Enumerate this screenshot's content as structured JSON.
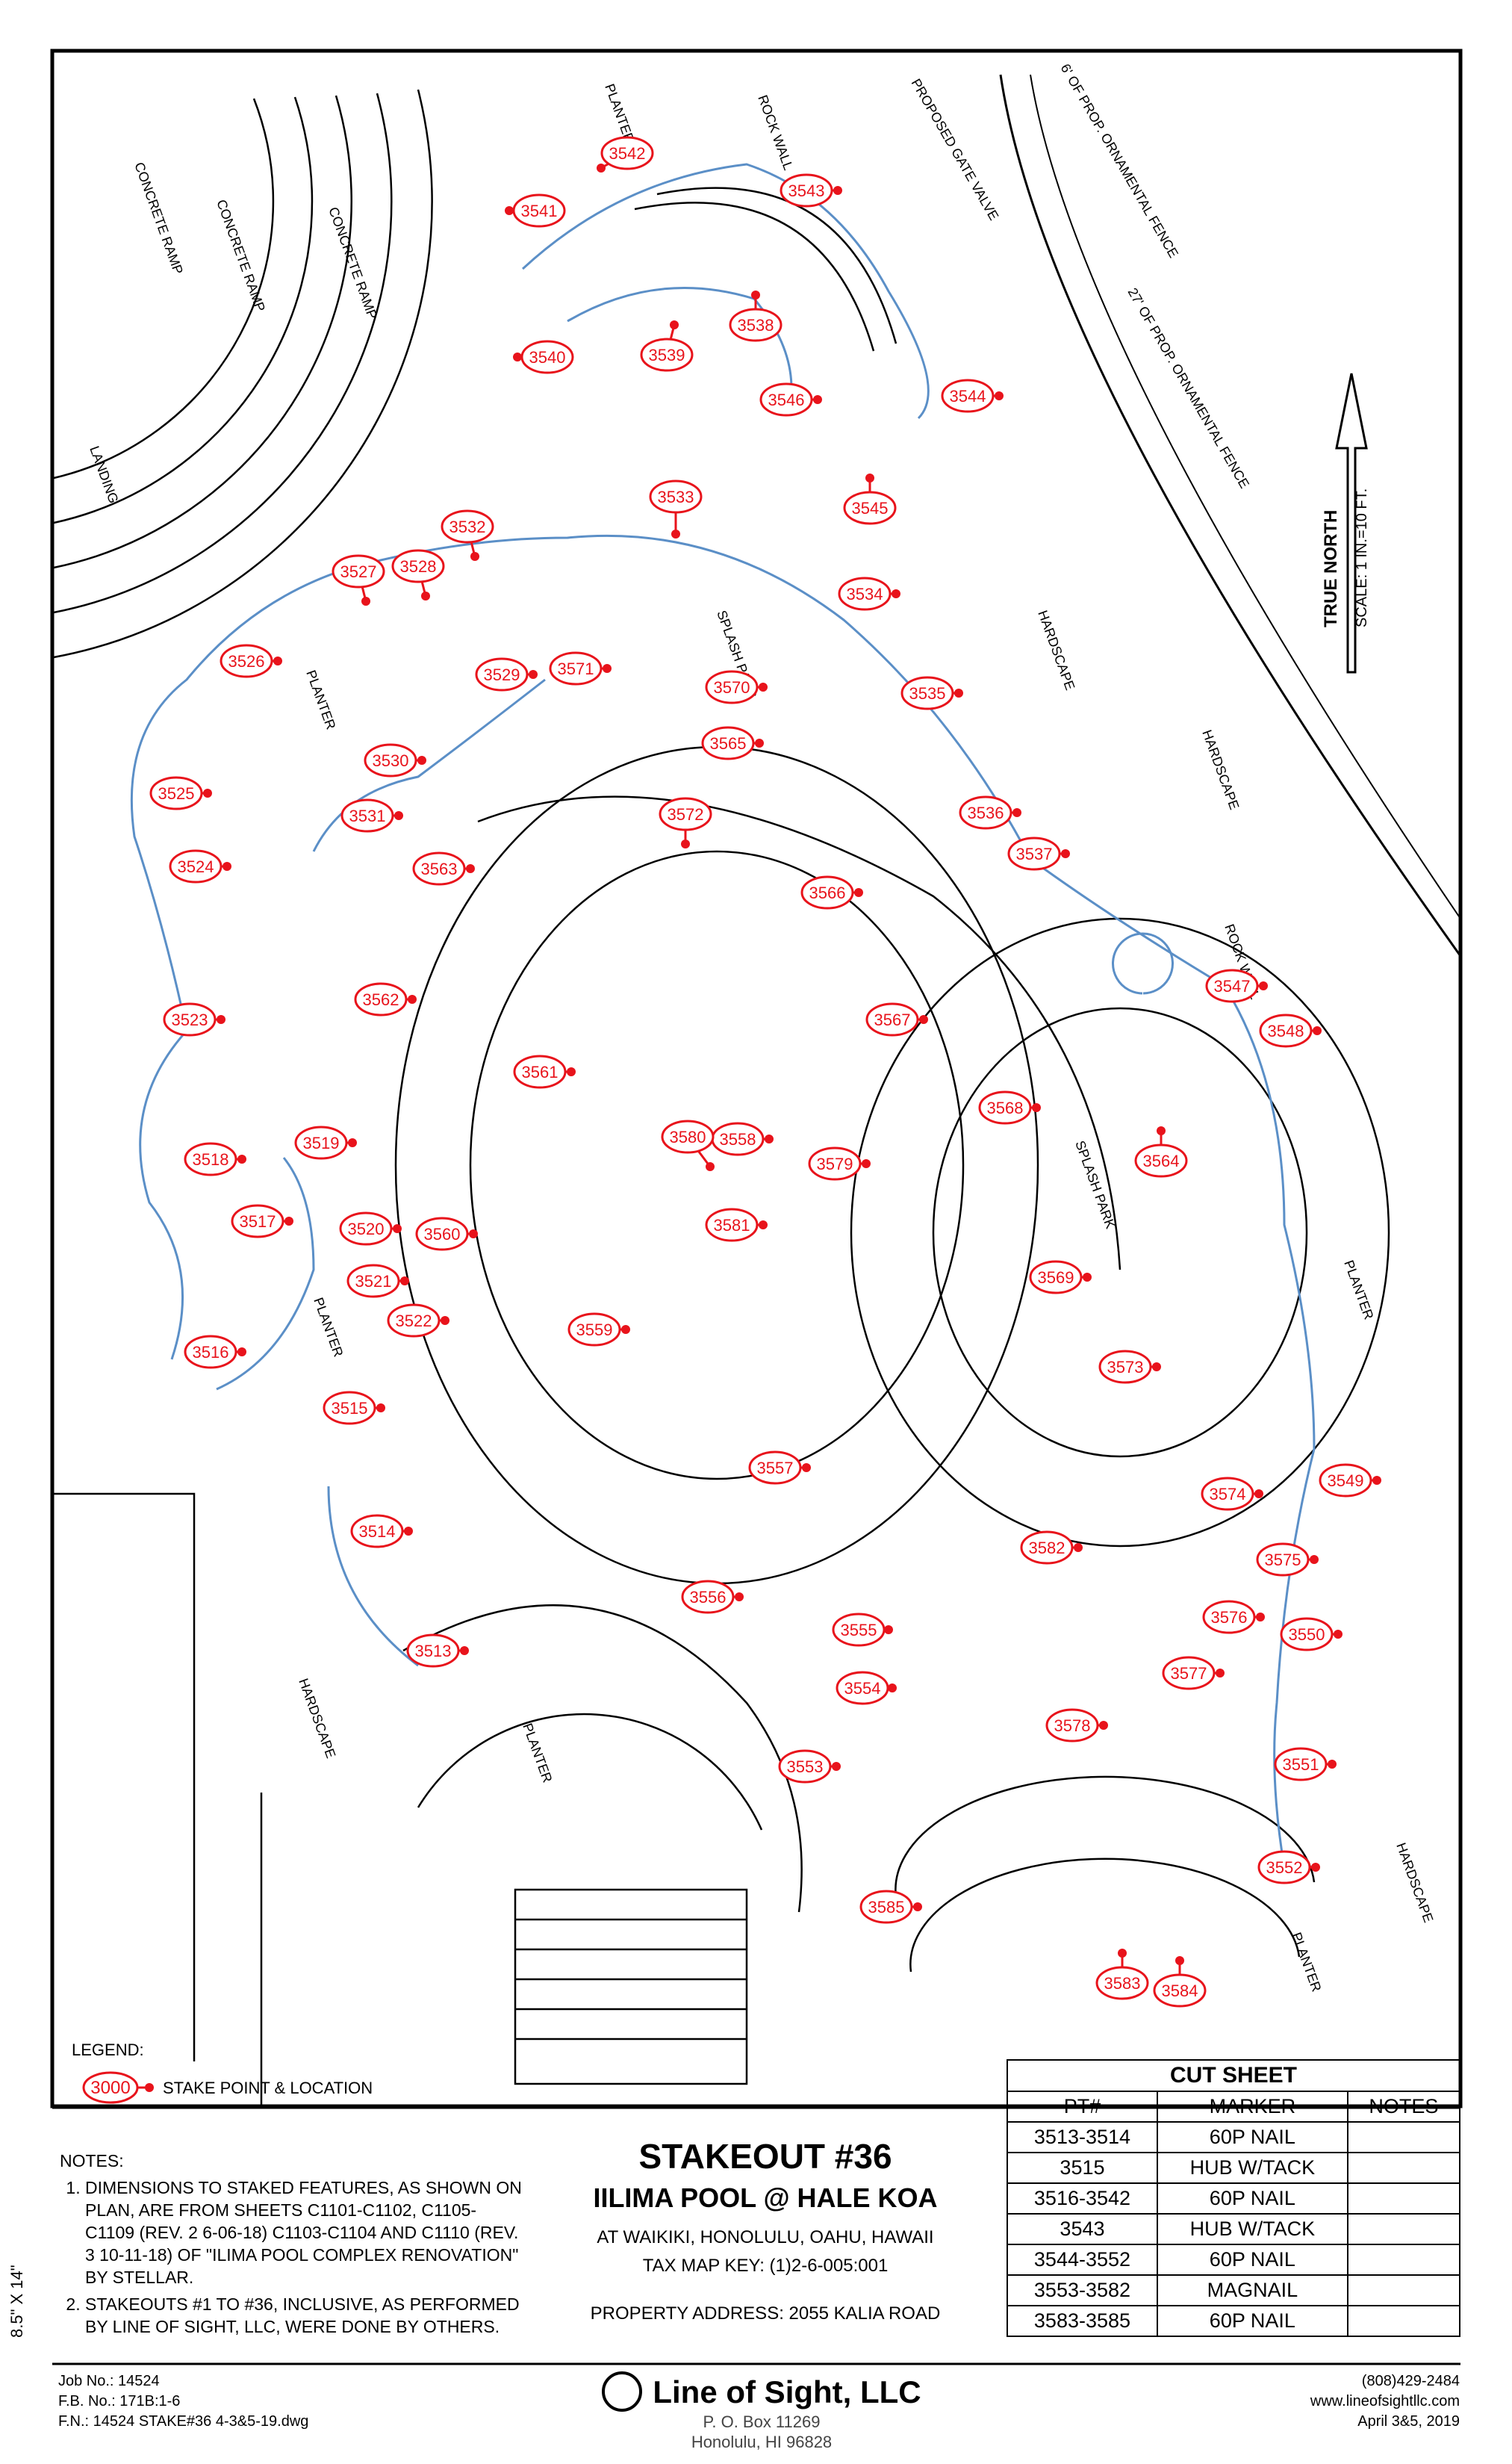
{
  "title": {
    "stakeout": "STAKEOUT #36",
    "project": "IILIMA POOL @ HALE KOA",
    "location": "AT WAIKIKI, HONOLULU, OAHU, HAWAII",
    "tax_map": "TAX MAP KEY: (1)2-6-005:001",
    "property_address": "PROPERTY ADDRESS: 2055 KALIA ROAD"
  },
  "legend": {
    "heading": "LEGEND:",
    "sample_point": "3000",
    "description": "STAKE POINT & LOCATION"
  },
  "notes": {
    "heading": "NOTES:",
    "items": [
      "DIMENSIONS TO STAKED FEATURES, AS SHOWN ON PLAN, ARE FROM SHEETS C1101-C1102, C1105-C1109 (REV. 2 6-06-18) C1103-C1104 AND C1110 (REV. 3 10-11-18) OF \"ILIMA POOL COMPLEX RENOVATION\" BY STELLAR.",
      "STAKEOUTS #1 TO #36, INCLUSIVE, AS PERFORMED BY LINE OF SIGHT, LLC, WERE DONE BY OTHERS."
    ]
  },
  "cut_sheet": {
    "title": "CUT SHEET",
    "headers": [
      "PT#",
      "MARKER",
      "NOTES"
    ],
    "rows": [
      [
        "3513-3514",
        "60P NAIL",
        ""
      ],
      [
        "3515",
        "HUB W/TACK",
        ""
      ],
      [
        "3516-3542",
        "60P NAIL",
        ""
      ],
      [
        "3543",
        "HUB W/TACK",
        ""
      ],
      [
        "3544-3552",
        "60P NAIL",
        ""
      ],
      [
        "3553-3582",
        "MAGNAIL",
        ""
      ],
      [
        "3583-3585",
        "60P NAIL",
        ""
      ]
    ]
  },
  "north": {
    "label": "TRUE NORTH",
    "scale": "SCALE: 1 IN.=10 FT."
  },
  "job": {
    "job_no": "Job No.: 14524",
    "fb_no": "F.B. No.: 171B:1-6",
    "fn": "F.N.: 14524 STAKE#36 4-3&5-19.dwg",
    "sheet_size": "8.5\" X 14\""
  },
  "company": {
    "name": "Line of Sight, LLC",
    "po_box": "P. O. Box 11269",
    "city": "Honolulu, HI 96828",
    "phone": "(808)429-2484",
    "web": "www.lineofsightllc.com",
    "date": "April 3&5, 2019"
  },
  "plan_labels": {
    "planter": "PLANTER",
    "hardscape": "HARDSCAPE",
    "splash_pads": "SPLASH PADS",
    "splash_park": "SPLASH PARK",
    "rock_wall": "ROCK WALL",
    "concrete_ramp": "CONCRETE RAMP",
    "landing": "LANDING",
    "fence_1": "6' OF PROP. ORNAMENTAL FENCE",
    "fence_2": "27' OF PROP. ORNAMENTAL FENCE",
    "gate_valve": "PROPOSED GATE VALVE"
  },
  "stake_points": [
    {
      "id": "3513"
    },
    {
      "id": "3514"
    },
    {
      "id": "3515"
    },
    {
      "id": "3516"
    },
    {
      "id": "3517"
    },
    {
      "id": "3518"
    },
    {
      "id": "3519"
    },
    {
      "id": "3520"
    },
    {
      "id": "3521"
    },
    {
      "id": "3522"
    },
    {
      "id": "3523"
    },
    {
      "id": "3524"
    },
    {
      "id": "3525"
    },
    {
      "id": "3526"
    },
    {
      "id": "3527"
    },
    {
      "id": "3528"
    },
    {
      "id": "3529"
    },
    {
      "id": "3530"
    },
    {
      "id": "3531"
    },
    {
      "id": "3532"
    },
    {
      "id": "3533"
    },
    {
      "id": "3534"
    },
    {
      "id": "3535"
    },
    {
      "id": "3536"
    },
    {
      "id": "3537"
    },
    {
      "id": "3538"
    },
    {
      "id": "3539"
    },
    {
      "id": "3540"
    },
    {
      "id": "3541"
    },
    {
      "id": "3542"
    },
    {
      "id": "3543"
    },
    {
      "id": "3544"
    },
    {
      "id": "3545"
    },
    {
      "id": "3546"
    },
    {
      "id": "3547"
    },
    {
      "id": "3548"
    },
    {
      "id": "3549"
    },
    {
      "id": "3550"
    },
    {
      "id": "3551"
    },
    {
      "id": "3552"
    },
    {
      "id": "3553"
    },
    {
      "id": "3554"
    },
    {
      "id": "3555"
    },
    {
      "id": "3556"
    },
    {
      "id": "3557"
    },
    {
      "id": "3558"
    },
    {
      "id": "3559"
    },
    {
      "id": "3560"
    },
    {
      "id": "3561"
    },
    {
      "id": "3562"
    },
    {
      "id": "3563"
    },
    {
      "id": "3564"
    },
    {
      "id": "3565"
    },
    {
      "id": "3566"
    },
    {
      "id": "3567"
    },
    {
      "id": "3568"
    },
    {
      "id": "3569"
    },
    {
      "id": "3570"
    },
    {
      "id": "3571"
    },
    {
      "id": "3572"
    },
    {
      "id": "3573"
    },
    {
      "id": "3574"
    },
    {
      "id": "3575"
    },
    {
      "id": "3576"
    },
    {
      "id": "3577"
    },
    {
      "id": "3578"
    },
    {
      "id": "3579"
    },
    {
      "id": "3580"
    },
    {
      "id": "3581"
    },
    {
      "id": "3582"
    },
    {
      "id": "3583"
    },
    {
      "id": "3584"
    },
    {
      "id": "3585"
    }
  ],
  "colors": {
    "stake": "#e8131b",
    "line": "#000000",
    "curve": "#5b8fc7"
  }
}
